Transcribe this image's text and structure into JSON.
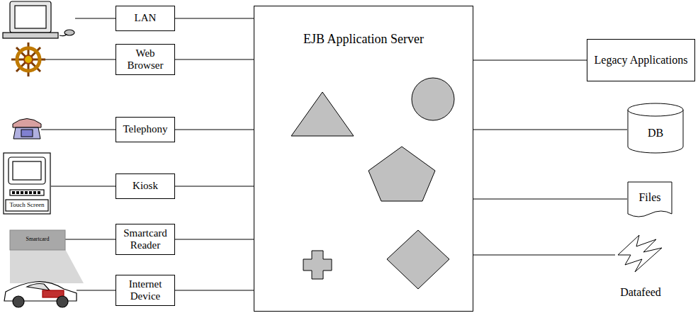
{
  "diagram": {
    "nodes": [
      {
        "text": [
          "LAN"
        ]
      },
      {
        "text": [
          "Web Browser"
        ]
      },
      {
        "text": [
          "Telephony"
        ]
      },
      {
        "text": [
          "Kiosk"
        ]
      },
      {
        "text": [
          "Smartcard Reader"
        ]
      },
      {
        "text": [
          "Internet Device"
        ]
      },
      {
        "text": [
          "EJB Application Server"
        ]
      },
      {
        "text": [
          "Legacy Applications"
        ]
      },
      {
        "text": [
          "DB"
        ]
      },
      {
        "text": [
          "Files"
        ]
      },
      {
        "text": [
          "Datafeed"
        ]
      }
    ],
    "edges": [
      {
        "from": 0,
        "to": 6,
        "arrow": "none"
      },
      {
        "from": 1,
        "to": 6,
        "arrow": "none"
      },
      {
        "from": 2,
        "to": 6,
        "arrow": "none"
      },
      {
        "from": 3,
        "to": 6,
        "arrow": "none"
      },
      {
        "from": 4,
        "to": 6,
        "arrow": "none"
      },
      {
        "from": 5,
        "to": 6,
        "arrow": "none"
      },
      {
        "from": 6,
        "to": 7,
        "arrow": "none"
      },
      {
        "from": 6,
        "to": 8,
        "arrow": "none"
      },
      {
        "from": 6,
        "to": 9,
        "arrow": "none"
      },
      {
        "from": 6,
        "to": 10,
        "arrow": "none"
      }
    ],
    "labels": [
      "Touch Screen",
      "Smartcard"
    ]
  }
}
